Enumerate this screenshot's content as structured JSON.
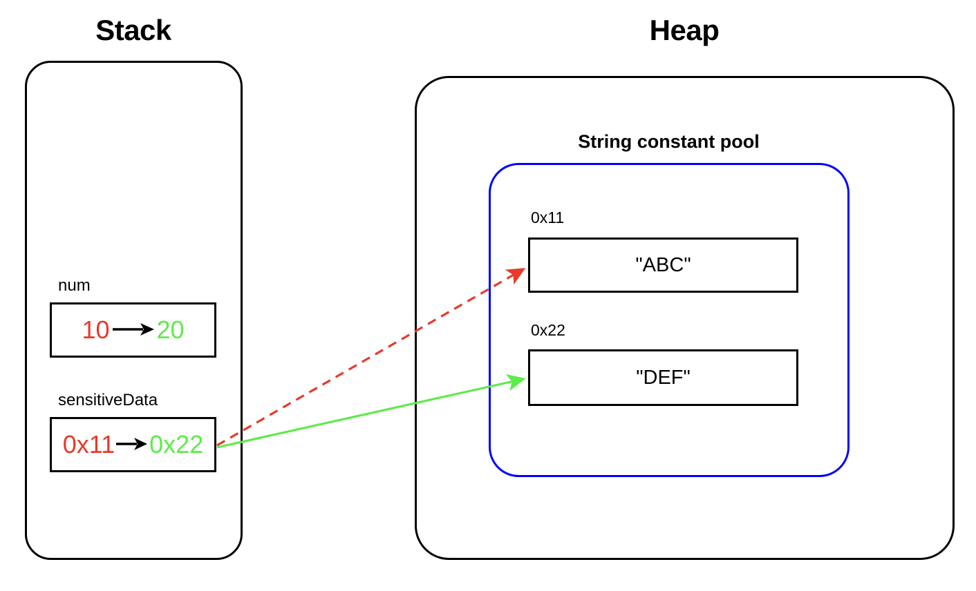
{
  "diagram": {
    "title_stack": "Stack",
    "title_heap": "Heap",
    "title_pool": "String constant pool"
  },
  "colors": {
    "old_value": "#e8392a",
    "new_value": "#5dec4a",
    "pool_border": "#0000ff",
    "region_border": "#000000",
    "red_arrow": "#e8392a",
    "green_arrow": "#5dec4a"
  },
  "stack": {
    "variables": [
      {
        "name": "num",
        "old_value": "10",
        "new_value": "20",
        "transition_icon": "right-arrow-icon"
      },
      {
        "name": "sensitiveData",
        "old_value": "0x11",
        "new_value": "0x22",
        "transition_icon": "right-arrow-icon"
      }
    ]
  },
  "heap": {
    "string_constant_pool": {
      "entries": [
        {
          "address": "0x11",
          "value": "\"ABC\""
        },
        {
          "address": "0x22",
          "value": "\"DEF\""
        }
      ]
    }
  },
  "references": [
    {
      "name": "old-reference",
      "from": "sensitiveData",
      "to": "0x11",
      "style": "dashed",
      "color": "#e8392a"
    },
    {
      "name": "new-reference",
      "from": "sensitiveData",
      "to": "0x22",
      "style": "solid",
      "color": "#5dec4a"
    }
  ]
}
